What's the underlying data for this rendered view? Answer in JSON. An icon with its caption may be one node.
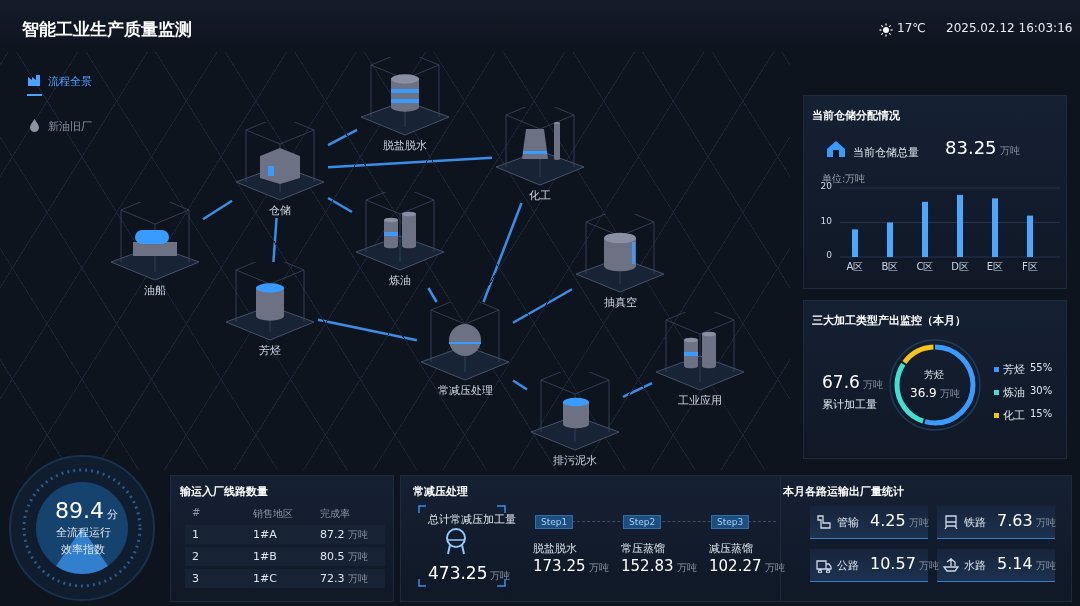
{
  "diagram": {
    "nodes": [
      {
        "text": [
          "油船"
        ]
      },
      {
        "text": [
          "仓储"
        ]
      },
      {
        "text": [
          "脱盐脱水"
        ]
      },
      {
        "text": [
          "化工"
        ]
      },
      {
        "text": [
          "炼油"
        ]
      },
      {
        "text": [
          "芳烃"
        ]
      },
      {
        "text": [
          "抽真空"
        ]
      },
      {
        "text": [
          "常减压处理"
        ]
      },
      {
        "text": [
          "工业应用"
        ]
      },
      {
        "text": [
          "排污泥水"
        ]
      }
    ],
    "edges": [
      {
        "from": 0,
        "to": 1,
        "arrow": "none"
      },
      {
        "from": 1,
        "to": 2,
        "arrow": "none"
      },
      {
        "from": 1,
        "to": 3,
        "arrow": "none"
      },
      {
        "from": 1,
        "to": 4,
        "arrow": "none"
      },
      {
        "from": 1,
        "to": 5,
        "arrow": "none"
      },
      {
        "from": 3,
        "to": 7,
        "arrow": "none"
      },
      {
        "from": 4,
        "to": 7,
        "arrow": "none"
      },
      {
        "from": 5,
        "to": 7,
        "arrow": "none"
      },
      {
        "from": 7,
        "to": 6,
        "arrow": "none"
      },
      {
        "from": 7,
        "to": 9,
        "arrow": "none"
      },
      {
        "from": 9,
        "to": 8,
        "arrow": "none"
      }
    ],
    "labels": [
      "智能工业生产质量监测",
      "17℃",
      "2025.02.12 16:03:16",
      "流程全景",
      "新油旧厂",
      "当前仓储分配情况",
      "当前仓储总量",
      "83.25",
      "万吨",
      "三大加工类型产出监控（本月）",
      "67.6",
      "万吨",
      "累计加工量",
      "芳烃",
      "36.9",
      "万吨",
      "55%",
      "30%",
      "15%",
      "89.4",
      "分",
      "全流程运行效率指数",
      "输运入厂线路数量",
      "#",
      "销售地区",
      "完成率",
      "1",
      "1#A",
      "87.2",
      "万吨",
      "2",
      "1#B",
      "80.5",
      "万吨",
      "3",
      "1#C",
      "72.3",
      "万吨",
      "常减压处理",
      "总计常减压加工量",
      "473.25",
      "万吨",
      "Step1",
      "Step2",
      "Step3",
      "脱盐脱水",
      "173.25",
      "万吨",
      "常压蒸馏",
      "152.83",
      "万吨",
      "减压蒸馏",
      "102.27",
      "万吨",
      "本月各路运输出厂量统计",
      "管输",
      "4.25",
      "万吨",
      "铁路",
      "7.63",
      "万吨",
      "公路",
      "10.57",
      "万吨",
      "水路",
      "5.14",
      "万吨"
    ],
    "legend": [
      {
        "text": "芳烃",
        "color": "#3a9bff"
      },
      {
        "text": "炼油",
        "color": "#3fe0d0"
      },
      {
        "text": "化工",
        "color": "#f5c518"
      }
    ],
    "chart_data": {
      "type": "bar",
      "ylabel": "单位:万吨",
      "categories": [
        "A区",
        "B区",
        "C区",
        "D区",
        "E区",
        "F区"
      ],
      "values": [
        8,
        10,
        16,
        18,
        17,
        12
      ],
      "ylim": [
        0,
        20
      ],
      "yticks": [
        0,
        10,
        20
      ]
    }
  }
}
